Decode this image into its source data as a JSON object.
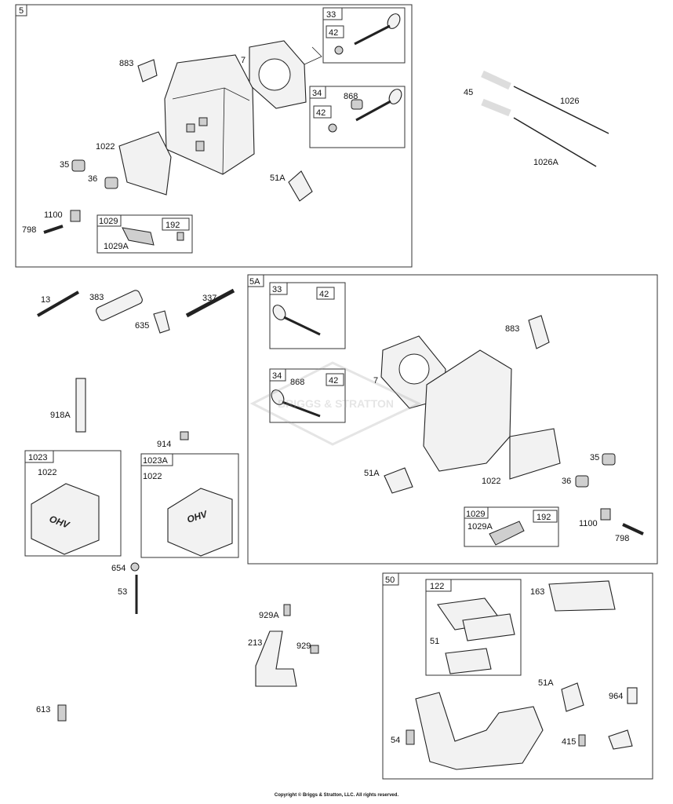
{
  "labels": {
    "g5": "5",
    "g5a": "5A",
    "g50": "50",
    "p33a": "33",
    "p42a": "42",
    "p34a": "34",
    "p868a": "868",
    "p42b": "42",
    "p7a": "7",
    "p883a": "883",
    "p1022a": "1022",
    "p35a": "35",
    "p36a": "36",
    "p51Aa": "51A",
    "p1100a": "1100",
    "p798a": "798",
    "p1029a": "1029",
    "p192a": "192",
    "p1029Aa": "1029A",
    "p45": "45",
    "p1026": "1026",
    "p1026A": "1026A",
    "p13": "13",
    "p383": "383",
    "p337": "337",
    "p635": "635",
    "p918A": "918A",
    "p914": "914",
    "p1023": "1023",
    "p1022b": "1022",
    "p1023A": "1023A",
    "p1022c": "1022",
    "p654": "654",
    "p53": "53",
    "p613": "613",
    "p929A": "929A",
    "p213": "213",
    "p929": "929",
    "p33b": "33",
    "p42c": "42",
    "p34b": "34",
    "p868b": "868",
    "p42d": "42",
    "p7b": "7",
    "p883b": "883",
    "p51Ab": "51A",
    "p1022d": "1022",
    "p35b": "35",
    "p36b": "36",
    "p1029b": "1029",
    "p1029Ab": "1029A",
    "p192b": "192",
    "p1100b": "1100",
    "p798b": "798",
    "p122": "122",
    "p163": "163",
    "p51": "51",
    "p51Ac": "51A",
    "p964": "964",
    "p54": "54",
    "p415": "415"
  },
  "cover_text": "OHV",
  "watermark": "BRIGGS & STRATTON",
  "copyright": "Copyright © Briggs & Stratton, LLC. All rights reserved."
}
